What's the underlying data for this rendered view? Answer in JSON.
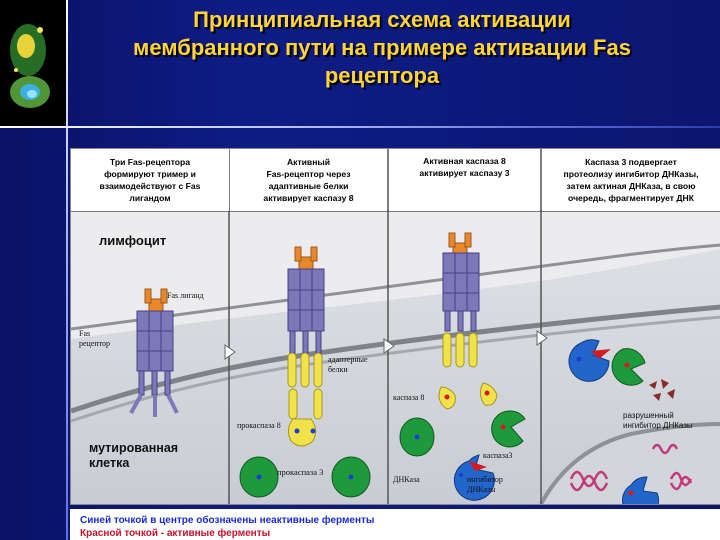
{
  "title": {
    "line1": "Принципиальная схема активации",
    "line2": "мембранного пути на примере активации Fas",
    "line3": "рецептора"
  },
  "captions": {
    "c1": {
      "l1": "Три Fas-рецептора",
      "l2": "формируют тример и",
      "l3": "взаимодействуют   с Fas",
      "l4": "лигандом"
    },
    "c2": {
      "l1": "Активный",
      "l2": "Fas-рецептор через",
      "l3": "адаптивные белки",
      "l4": "активирует каспазу 8"
    },
    "c3": {
      "l1": "Активная каспаза 8",
      "l2": "активирует каспазу 3"
    },
    "c4": {
      "l1": "Каспаза 3 подвергает",
      "l2": "протеолизу ингибитор ДНКазы,",
      "l3": "затем актиная ДНКаза, в свою",
      "l4": "очередь, фрагментирует  ДНК"
    }
  },
  "labels": {
    "lymphocyte": "лимфоцит",
    "fas_ligand": "Fas лиганд",
    "fas_receptor_1": "Fas",
    "fas_receptor_2": "рецептор",
    "mutant_1": "мутированная",
    "mutant_2": "клетка",
    "adaptor_1": "адаптерные",
    "adaptor_2": "белки",
    "procaspase8": "прокаспаза 8",
    "procaspase3": "прокаспаза 3",
    "caspase8": "каспаза 8",
    "caspase3": "каспаза3",
    "dnase": "ДНКаза",
    "inhibitor_1": "ингибитор",
    "inhibitor_2": "ДНКазы",
    "destroyed_1": "разрушенный",
    "destroyed_2": "ингибитор ДНКазы"
  },
  "footer": {
    "blue_note": "Синей точкой в центре обозначены неактивные ферменты",
    "red_note": "Красной точкой - активные ферменты"
  },
  "colors": {
    "background": "#0b1670",
    "title": "#ffd43a",
    "receptor": "#7d78b8",
    "ligand": "#e8882a",
    "adaptor": "#f2e24a",
    "enzyme_green": "#1e9a3c",
    "inactive_dot": "#1a3fd0",
    "active_dot": "#d31a22",
    "dnase_blue": "#2266cc",
    "dna": "#c4387c"
  }
}
